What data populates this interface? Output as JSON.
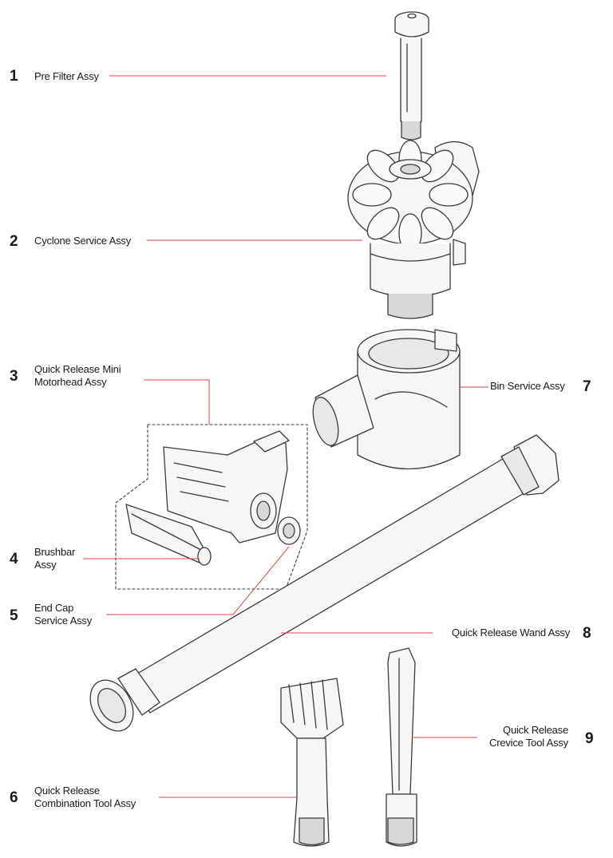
{
  "colors": {
    "leader": "#e0474c",
    "outline": "#3a3a3a",
    "fill": "#f6f6f6",
    "shade": "#d8d8d8"
  },
  "parts": [
    {
      "number": "1",
      "label": [
        "Pre Filter Assy"
      ]
    },
    {
      "number": "2",
      "label": [
        "Cyclone Service Assy"
      ]
    },
    {
      "number": "3",
      "label": [
        "Quick Release Mini",
        "Motorhead Assy"
      ]
    },
    {
      "number": "4",
      "label": [
        "Brushbar",
        "Assy"
      ]
    },
    {
      "number": "5",
      "label": [
        "End Cap",
        "Service Assy"
      ]
    },
    {
      "number": "6",
      "label": [
        "Quick Release",
        "Combination Tool Assy"
      ]
    },
    {
      "number": "7",
      "label": [
        "Bin Service Assy"
      ]
    },
    {
      "number": "8",
      "label": [
        "Quick Release Wand Assy"
      ]
    },
    {
      "number": "9",
      "label": [
        "Quick Release",
        "Crevice Tool Assy"
      ]
    }
  ]
}
